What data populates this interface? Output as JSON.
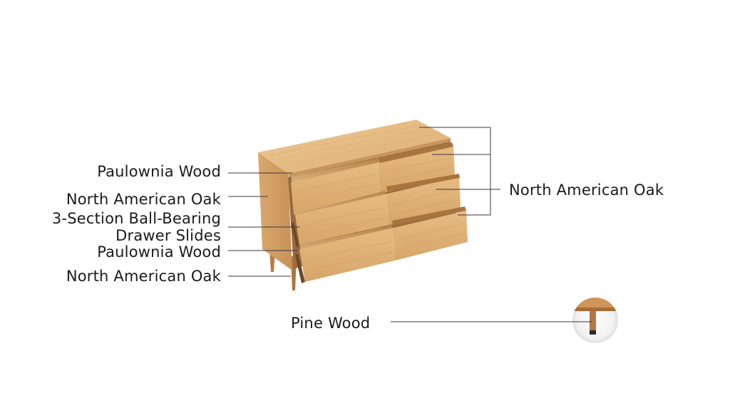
{
  "labels": {
    "left_top": "Paulownia Wood",
    "left_oak_1": "North American Oak",
    "slides_line1": "3-Section Ball-Bearing",
    "slides_line2": "Drawer Slides",
    "left_paulownia_2": "Paulownia Wood",
    "left_oak_2": "North American Oak",
    "right_oak": "North American Oak",
    "pine": "Pine Wood"
  },
  "colors": {
    "oak_light": "#e2b983",
    "oak_mid": "#d6a66c",
    "oak_dark": "#b98550",
    "line": "#3a3a3a"
  }
}
